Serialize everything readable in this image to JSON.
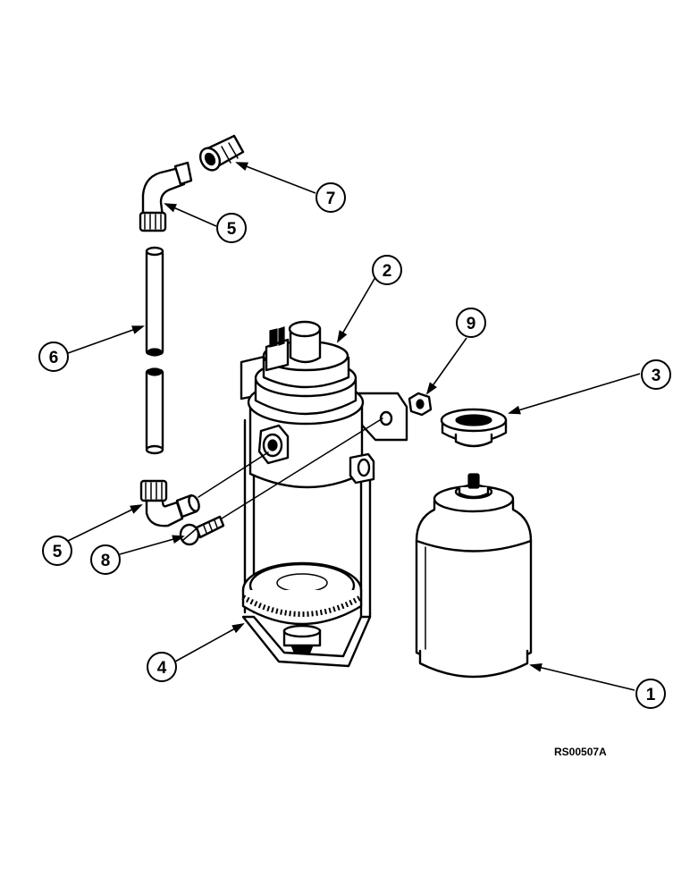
{
  "callouts": [
    {
      "label": "1"
    },
    {
      "label": "2"
    },
    {
      "label": "3"
    },
    {
      "label": "4"
    },
    {
      "label": "5"
    },
    {
      "label": "5"
    },
    {
      "label": "6"
    },
    {
      "label": "7"
    },
    {
      "label": "8"
    },
    {
      "label": "9"
    }
  ],
  "reference_code": "RS00507A"
}
